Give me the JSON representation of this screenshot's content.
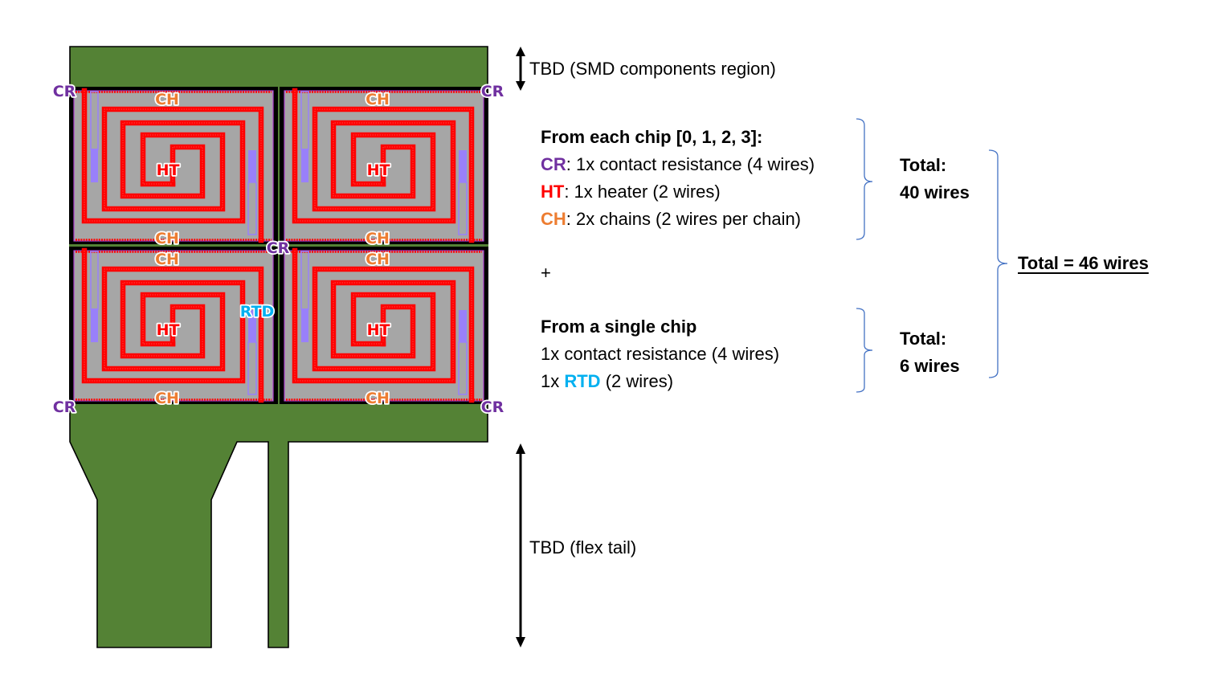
{
  "colors": {
    "board": "#548235",
    "chip_fill": "#A6A6A6",
    "heater": "#FF0000",
    "cr": "#7030A0",
    "ht": "#FF0000",
    "ch": "#ED7D31",
    "rtd": "#00B0F0",
    "pad": "#9980FA",
    "bracket": "#4472C4"
  },
  "chips": [
    {
      "id": 0,
      "labels": {
        "heater": "HT",
        "chain_top": "CH",
        "chain_bottom": "CH"
      }
    },
    {
      "id": 1,
      "labels": {
        "heater": "HT",
        "chain_top": "CH",
        "chain_bottom": "CH"
      }
    },
    {
      "id": 2,
      "labels": {
        "heater": "HT",
        "chain_top": "CH",
        "chain_bottom": "CH",
        "rtd": "RTD"
      }
    },
    {
      "id": 3,
      "labels": {
        "heater": "HT",
        "chain_top": "CH",
        "chain_bottom": "CH"
      }
    }
  ],
  "corner_labels": {
    "top_left": "CR",
    "top_right": "CR",
    "center": "CR",
    "bottom_left": "CR",
    "bottom_right": "CR"
  },
  "dimensions": {
    "smd_region": "TBD (SMD components region)",
    "flex_tail": "TBD (flex tail)"
  },
  "legend": {
    "each_chip": {
      "heading": "From each chip [0, 1, 2, 3]:",
      "items": [
        {
          "tag": "CR",
          "text": ": 1x contact resistance (4 wires)"
        },
        {
          "tag": "HT",
          "text": ": 1x heater (2 wires)"
        },
        {
          "tag": "CH",
          "text": ": 2x chains (2 wires per chain)"
        }
      ],
      "total_label": "Total:",
      "total_value": "40 wires"
    },
    "plus": "+",
    "single_chip": {
      "heading": "From a single chip",
      "line1": "1x contact resistance (4 wires)",
      "line2_prefix": "1x ",
      "line2_tag": "RTD",
      "line2_suffix": " (2 wires)",
      "total_label": "Total:",
      "total_value": "6 wires"
    },
    "grand_total": "Total = 46 wires"
  }
}
